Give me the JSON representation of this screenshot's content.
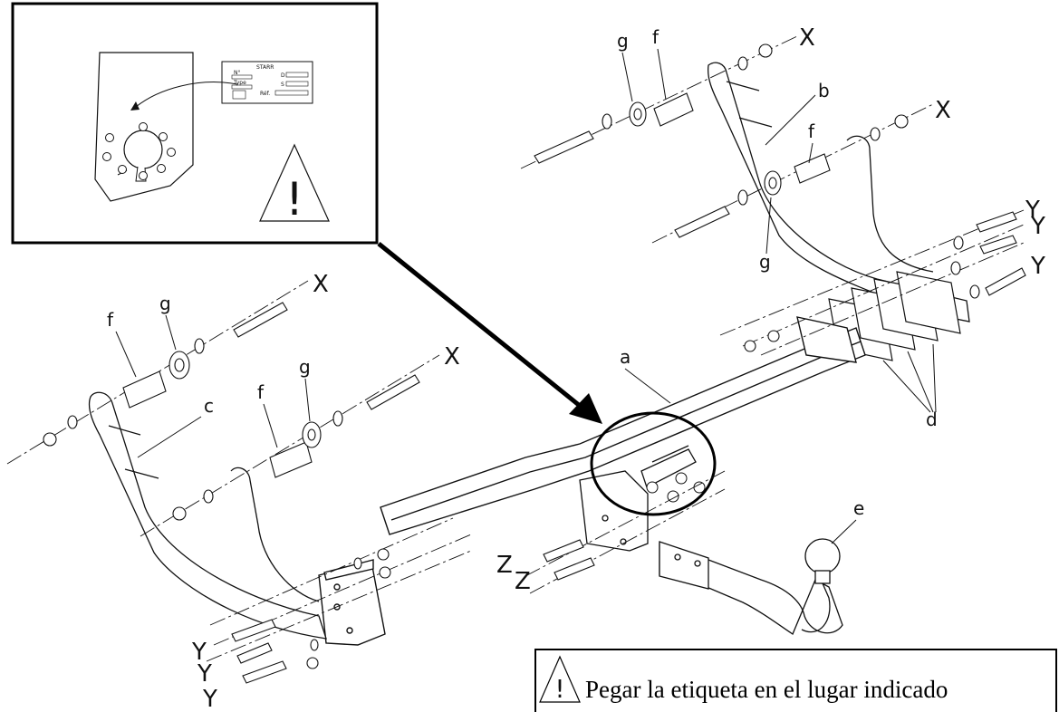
{
  "parts": {
    "a": "a",
    "b": "b",
    "c": "c",
    "d": "d",
    "e": "e",
    "f": "f",
    "g": "g"
  },
  "axes": {
    "x": "X",
    "y": "Y",
    "z": "Z"
  },
  "label_plate": {
    "brand": "STARR",
    "no": "N°",
    "type": "Type",
    "d": "D",
    "s": "S",
    "ref": "Réf."
  },
  "warning_symbol": "!",
  "note": {
    "text": "Pegar la etiqueta en el lugar indicado"
  }
}
